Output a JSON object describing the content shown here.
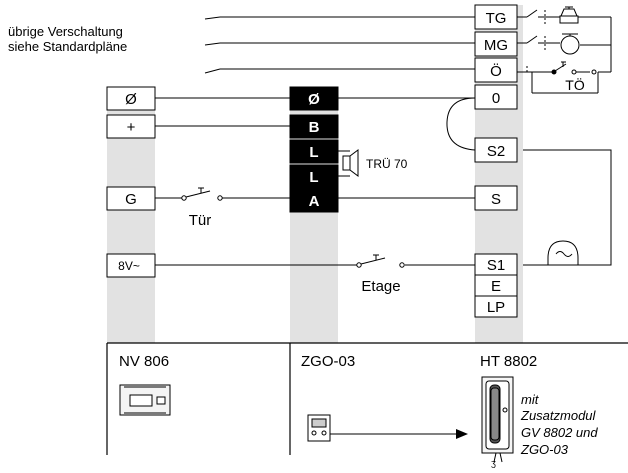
{
  "note": {
    "line1": "übrige Verschaltung",
    "line2": "siehe Standardpläne"
  },
  "nv806": {
    "name": "NV 806",
    "terminals": [
      "Ø",
      "+",
      "G",
      "8V~"
    ]
  },
  "zgo03": {
    "name": "ZGO-03",
    "terminals": [
      "Ø",
      "B",
      "L",
      "L",
      "A"
    ]
  },
  "ht8802": {
    "name": "HT 8802",
    "terminals": [
      "TG",
      "MG",
      "Ö",
      "0",
      "S2",
      "S",
      "S1",
      "E",
      "LP"
    ],
    "note_lines": [
      "mit",
      "Zusatzmodul",
      "GV 8802 und",
      "ZGO-03"
    ]
  },
  "labels": {
    "speaker": "TRÜ 70",
    "door_switch": "Tür",
    "floor_switch": "Etage",
    "door_opener": "TÖ"
  },
  "icons": [
    "buzzer-icon",
    "bell-icon",
    "door-opener-icon",
    "speaker-icon",
    "gong-icon",
    "power-supply-icon",
    "module-icon",
    "handset-icon",
    "arrow-icon"
  ]
}
